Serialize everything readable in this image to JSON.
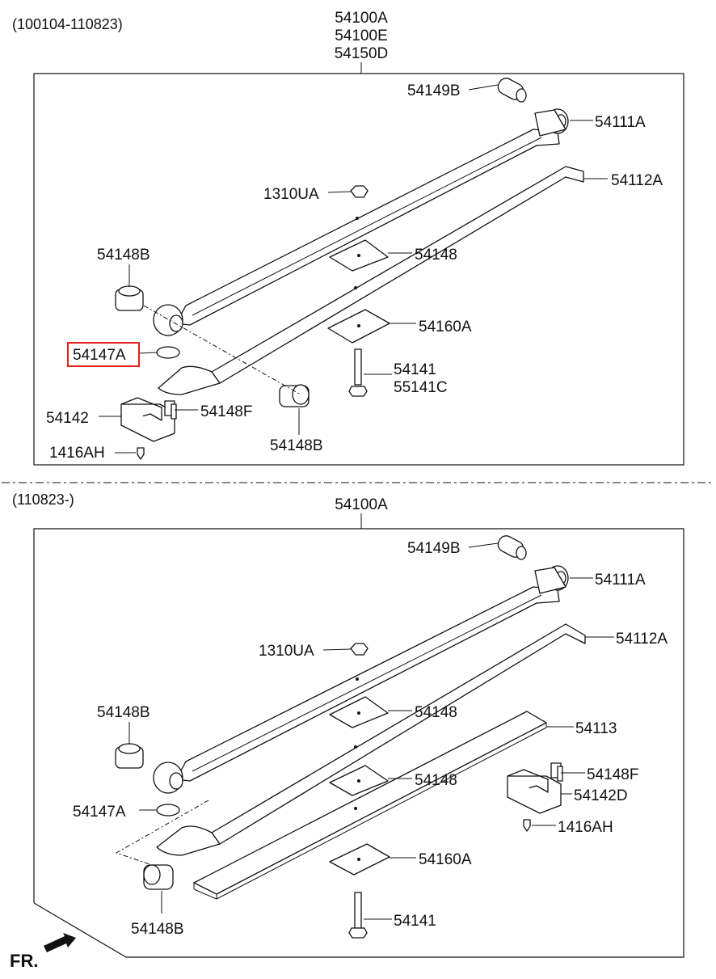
{
  "section_1": {
    "date_range": "(100104-110823)",
    "header_labels": [
      "54100A",
      "54100E",
      "54150D"
    ],
    "labels": {
      "bush_upper": "54149B",
      "leaf_main": "54111A",
      "nut": "1310UA",
      "leaf_second": "54112A",
      "bushing_left": "54148B",
      "pad": "54148",
      "washer": "54147A",
      "spacer": "54160A",
      "bolt_a": "54141",
      "bolt_b": "55141C",
      "bracket": "54142",
      "clip": "54148F",
      "fastener": "1416AH",
      "bushing_lower": "54148B"
    },
    "highlighted_part": "54147A"
  },
  "section_2": {
    "date_range": "(110823-)",
    "header_labels": [
      "54100A"
    ],
    "labels": {
      "bush_upper": "54149B",
      "leaf_main": "54111A",
      "nut": "1310UA",
      "leaf_second": "54112A",
      "bushing_left": "54148B",
      "pad_upper": "54148",
      "leaf_third": "54113",
      "pad_lower": "54148",
      "clip": "54148F",
      "bracket": "54142D",
      "washer": "54147A",
      "fastener": "1416AH",
      "spacer": "54160A",
      "bolt": "54141",
      "bushing_lower": "54148B"
    }
  },
  "direction_label": "FR.",
  "colors": {
    "line": "#111111",
    "highlight": "#e0201b",
    "background": "#ffffff"
  }
}
